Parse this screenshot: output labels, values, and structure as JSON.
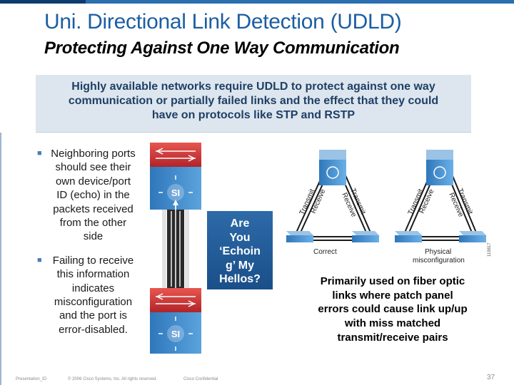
{
  "title": "Uni. Directional Link Detection (UDLD)",
  "subtitle": "Protecting Against One Way Communication",
  "banner": {
    "line1": "Highly available networks require UDLD to protect against one way",
    "line2": "communication or partially failed links and the effect that they could",
    "line3": "have on protocols like STP and RSTP"
  },
  "bullets": [
    {
      "lines": [
        "Neighboring ports",
        "should see their",
        "own device/port",
        "ID (echo) in the",
        "packets received",
        "from the other",
        "side"
      ]
    },
    {
      "lines": [
        "Failing to receive",
        "this information",
        "indicates",
        "misconfiguration",
        "and the port is",
        "error-disabled."
      ]
    }
  ],
  "callout": {
    "lines": [
      "Are",
      "You",
      "‘Echoin",
      "g’ My",
      "Hellos?"
    ]
  },
  "diagram_left": {
    "si_top": "SI",
    "si_bottom": "SI"
  },
  "diagram_right": {
    "transmit": "Transmit",
    "receive": "Receive",
    "correct": "Correct",
    "physical": "Physical",
    "misconfiguration": "misconfiguration",
    "figure_id": "119817"
  },
  "primary": {
    "lines": [
      "Primarily used on fiber optic",
      "links where patch panel",
      "errors could cause link up/up",
      "with miss matched",
      "transmit/receive pairs"
    ]
  },
  "footer": {
    "presentation": "Presentation_ID",
    "copyright": "© 2006 Cisco Systems, Inc. All rights reserved.",
    "confidential": "Cisco Confidential",
    "page": "37"
  },
  "colors": {
    "title": "#1b5ea3",
    "banner": "#dde6ee",
    "callout": "#1f5a96",
    "switch_blue": "#3b86c8",
    "router_red": "#c0262d"
  }
}
